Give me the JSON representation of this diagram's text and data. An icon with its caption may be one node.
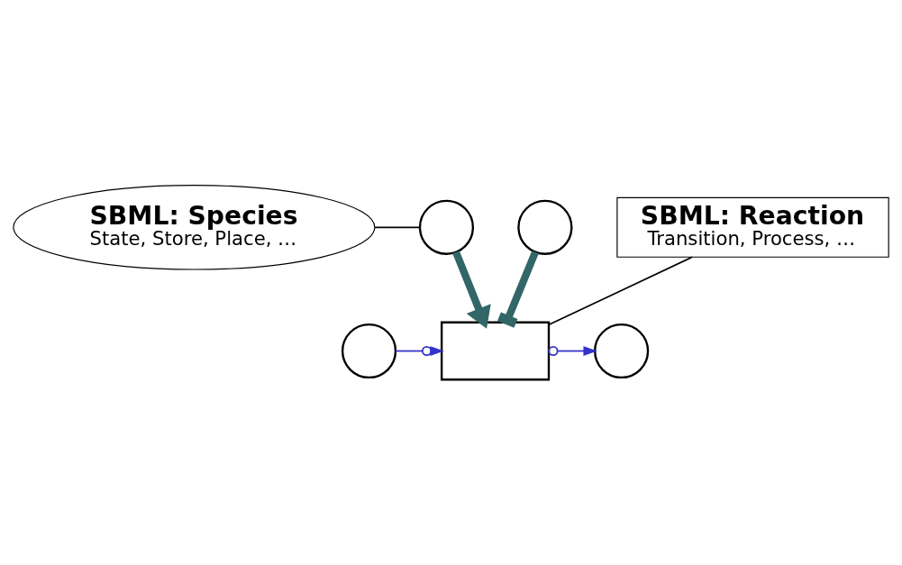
{
  "diagram": {
    "nodes": [
      {
        "text": [
          "SBML: Species",
          "State, Store, Place, …"
        ]
      },
      {
        "text": [],
        "shape": "circle"
      },
      {
        "text": [],
        "shape": "circle"
      },
      {
        "text": [
          "SBML: Reaction",
          "Transition, Process, …"
        ]
      },
      {
        "text": [],
        "shape": "circle"
      },
      {
        "text": [],
        "shape": "box"
      },
      {
        "text": [],
        "shape": "circle"
      }
    ],
    "edges": [
      {
        "from": 0,
        "to": 1,
        "arrow": "none"
      },
      {
        "from": 3,
        "to": 5,
        "arrow": "none"
      },
      {
        "from": 1,
        "to": 5,
        "arrow": "to",
        "style": "thick",
        "color": "#336666"
      },
      {
        "from": 2,
        "to": 5,
        "arrow": "other",
        "style": "thick",
        "color": "#336666"
      },
      {
        "from": 4,
        "to": 5,
        "arrow": "to",
        "color": "#3333cc"
      },
      {
        "from": 5,
        "to": 6,
        "arrow": "to",
        "color": "#3333cc"
      }
    ]
  }
}
